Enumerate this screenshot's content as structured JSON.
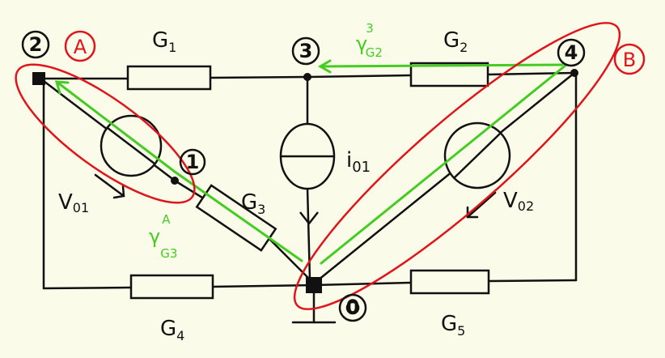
{
  "colors": {
    "background": "#fbfbe9",
    "wire": "#111111",
    "path": "#44cc22",
    "group": "#e0151b"
  },
  "nodes": {
    "n0": "0",
    "n1": "1",
    "n2": "2",
    "n3": "3",
    "n4": "4"
  },
  "groups": {
    "a": "A",
    "b": "B"
  },
  "resistors": {
    "g1": "G",
    "g1_sub": "1",
    "g2": "G",
    "g2_sub": "2",
    "g3": "G",
    "g3_sub": "3",
    "g4": "G",
    "g4_sub": "4",
    "g5": "G",
    "g5_sub": "5"
  },
  "sources": {
    "v01": "V",
    "v01_sub": "01",
    "v02": "V",
    "v02_sub": "02",
    "i01": "i",
    "i01_sub": "01"
  },
  "paths": {
    "top": "γ",
    "top_sup": "3",
    "top_sub": "G2",
    "left": "γ",
    "left_sup": "A",
    "left_sub": "G3"
  }
}
